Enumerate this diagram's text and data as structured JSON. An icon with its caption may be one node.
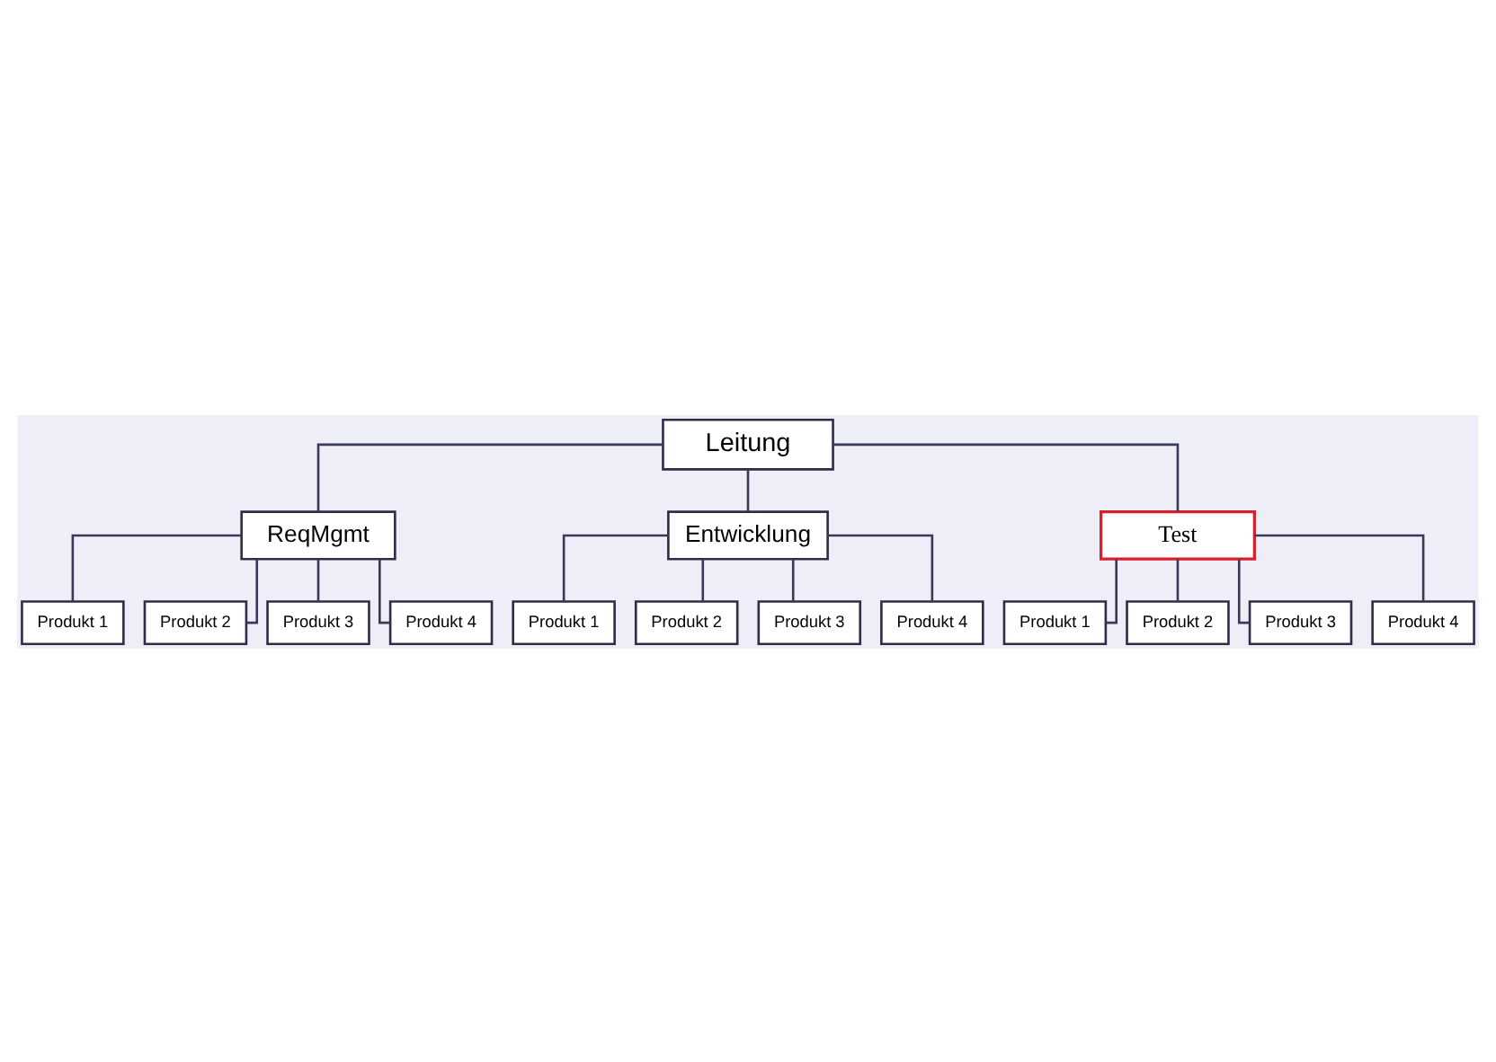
{
  "diagram": {
    "nodes": [
      {
        "text": [
          "Leitung"
        ]
      },
      {
        "text": [
          "ReqMgmt"
        ]
      },
      {
        "text": [
          "Entwicklung"
        ]
      },
      {
        "text": [
          "Test"
        ]
      },
      {
        "text": [
          "Produkt 1"
        ]
      },
      {
        "text": [
          "Produkt 2"
        ]
      },
      {
        "text": [
          "Produkt 3"
        ]
      },
      {
        "text": [
          "Produkt 4"
        ]
      },
      {
        "text": [
          "Produkt 1"
        ]
      },
      {
        "text": [
          "Produkt 2"
        ]
      },
      {
        "text": [
          "Produkt 3"
        ]
      },
      {
        "text": [
          "Produkt 4"
        ]
      },
      {
        "text": [
          "Produkt 1"
        ]
      },
      {
        "text": [
          "Produkt 2"
        ]
      },
      {
        "text": [
          "Produkt 3"
        ]
      },
      {
        "text": [
          "Produkt 4"
        ]
      }
    ],
    "edges": [
      {
        "from": 0,
        "to": 1,
        "arrow": "none"
      },
      {
        "from": 0,
        "to": 2,
        "arrow": "none"
      },
      {
        "from": 0,
        "to": 3,
        "arrow": "none"
      },
      {
        "from": 1,
        "to": 4,
        "arrow": "none"
      },
      {
        "from": 1,
        "to": 5,
        "arrow": "none"
      },
      {
        "from": 1,
        "to": 6,
        "arrow": "none"
      },
      {
        "from": 1,
        "to": 7,
        "arrow": "none"
      },
      {
        "from": 2,
        "to": 8,
        "arrow": "none"
      },
      {
        "from": 2,
        "to": 9,
        "arrow": "none"
      },
      {
        "from": 2,
        "to": 10,
        "arrow": "none"
      },
      {
        "from": 2,
        "to": 11,
        "arrow": "none"
      },
      {
        "from": 3,
        "to": 12,
        "arrow": "none"
      },
      {
        "from": 3,
        "to": 13,
        "arrow": "none"
      },
      {
        "from": 3,
        "to": 14,
        "arrow": "none"
      },
      {
        "from": 3,
        "to": 15,
        "arrow": "none"
      }
    ]
  }
}
